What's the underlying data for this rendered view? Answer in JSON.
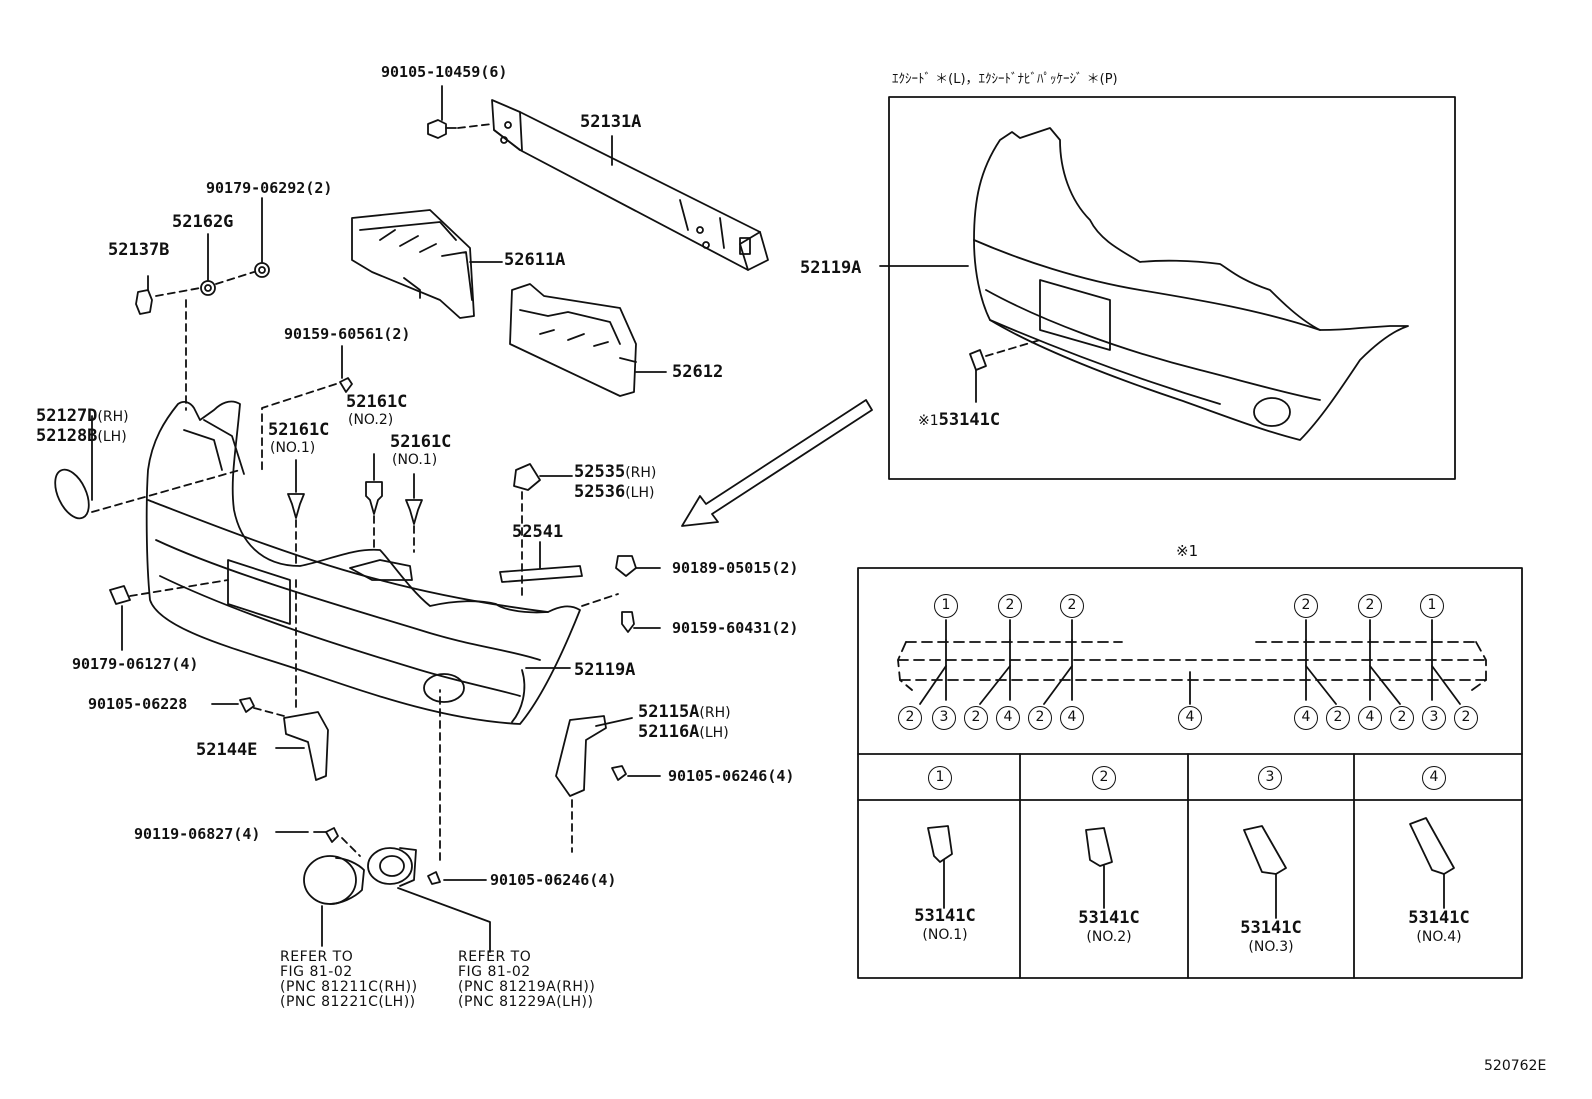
{
  "diagram_id": "520762E",
  "parts": {
    "p90105_10459": "90105-10459(6)",
    "p52131A": "52131A",
    "p90179_06292": "90179-06292(2)",
    "p52162G": "52162G",
    "p52137B": "52137B",
    "p52611A": "52611A",
    "p52612": "52612",
    "p90159_60561": "90159-60561(2)",
    "p52127D": "52127D",
    "p52127D_side": "(RH)",
    "p52128B": "52128B",
    "p52128B_side": "(LH)",
    "p52161C_no2": "52161C",
    "p52161C_no2_sub": "(NO.2)",
    "p52161C_no1a": "52161C",
    "p52161C_no1a_sub": "(NO.1)",
    "p52161C_no1b": "52161C",
    "p52161C_no1b_sub": "(NO.1)",
    "p52535": "52535",
    "p52535_side": "(RH)",
    "p52536": "52536",
    "p52536_side": "(LH)",
    "p52541": "52541",
    "p90189_05015": "90189-05015(2)",
    "p90159_60431": "90159-60431(2)",
    "p90179_06127": "90179-06127(4)",
    "p52119A": "52119A",
    "p90105_06228": "90105-06228",
    "p52144E": "52144E",
    "p52115A": "52115A",
    "p52115A_side": "(RH)",
    "p52116A": "52116A",
    "p52116A_side": "(LH)",
    "p90105_06246a": "90105-06246(4)",
    "p90119_06827": "90119-06827(4)",
    "p90105_06246b": "90105-06246(4)"
  },
  "refs": {
    "left": [
      "REFER TO",
      "FIG 81-02",
      "(PNC 81211C(RH))",
      "(PNC 81221C(LH))"
    ],
    "right": [
      "REFER TO",
      "FIG 81-02",
      "(PNC 81219A(RH))",
      "(PNC 81229A(LH))"
    ]
  },
  "inset": {
    "caption": "ｴｸｼｰﾄﾞ ＊(L)，ｴｸｼｰﾄﾞﾅﾋﾞﾊﾟｯｹｰｼﾞ ＊(P)",
    "bumper_label": "52119A",
    "clip_mark": "※1",
    "clip_label": "53141C"
  },
  "detail": {
    "mark": "※1",
    "top_numbers": [
      "1",
      "2",
      "2",
      "2",
      "2",
      "1"
    ],
    "bottom_numbers": [
      "2",
      "3",
      "2",
      "4",
      "2",
      "4",
      "4",
      "4",
      "2",
      "4",
      "2",
      "3",
      "2"
    ],
    "table": [
      {
        "num": "1",
        "part": "53141C",
        "sub": "(NO.1)"
      },
      {
        "num": "2",
        "part": "53141C",
        "sub": "(NO.2)"
      },
      {
        "num": "3",
        "part": "53141C",
        "sub": "(NO.3)"
      },
      {
        "num": "4",
        "part": "53141C",
        "sub": "(NO.4)"
      }
    ]
  }
}
